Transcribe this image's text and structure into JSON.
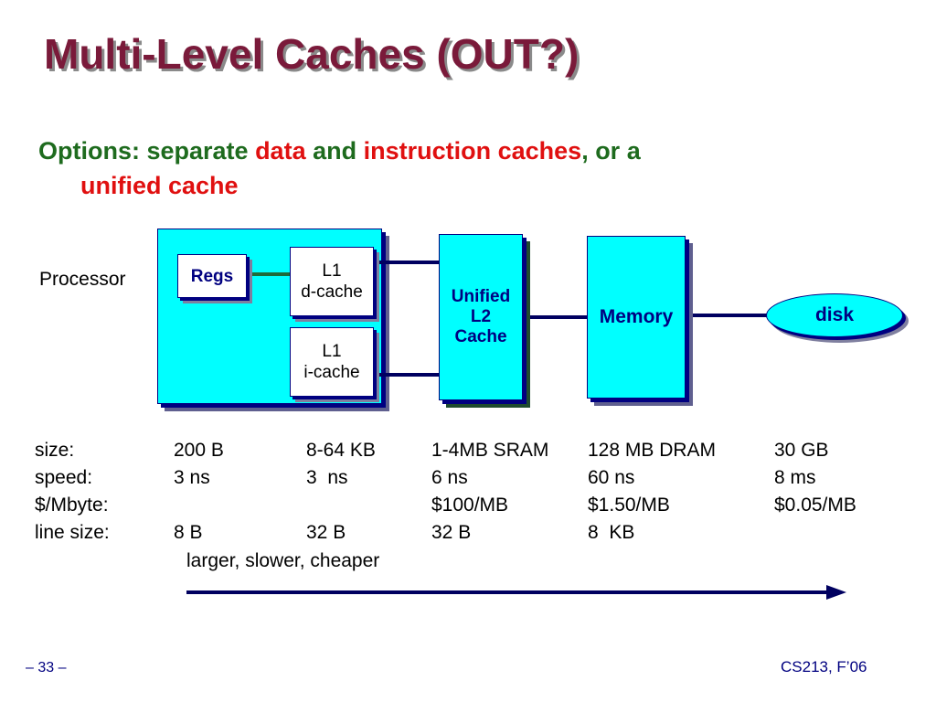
{
  "slide": {
    "title": "Multi-Level Caches (OUT?)",
    "bullet": {
      "p1": "Options: separate ",
      "p2": "data",
      "p3": " and ",
      "p4": "instruction caches",
      "p5": ", or a",
      "p6": "unified cache"
    },
    "footer_left": "– 33 –",
    "footer_right": "CS213, F’06"
  },
  "diagram": {
    "processor_label": "Processor",
    "regs": "Regs",
    "l1d": [
      "L1",
      "d-cache"
    ],
    "l1i": [
      "L1",
      "i-cache"
    ],
    "l2": [
      "Unified",
      "L2",
      "Cache"
    ],
    "memory": "Memory",
    "disk": "disk"
  },
  "table": {
    "rows": [
      [
        "size:",
        "200 B",
        "8-64 KB",
        "1-4MB SRAM",
        "128 MB DRAM",
        "30 GB"
      ],
      [
        "speed:",
        "3 ns",
        "3  ns",
        "6 ns",
        "60 ns",
        "8 ms"
      ],
      [
        "$/Mbyte:",
        "",
        "",
        "$100/MB",
        "$1.50/MB",
        "$0.05/MB"
      ],
      [
        "line size:",
        "8 B",
        "32 B",
        "32 B",
        "8  KB",
        ""
      ]
    ]
  },
  "caption": "larger, slower, cheaper",
  "colors": {
    "title": "#7a1a3a",
    "bullet": "#1e6b1e",
    "highlight": "#e01010",
    "box_fill": "#00ffff",
    "line": "#000060"
  }
}
